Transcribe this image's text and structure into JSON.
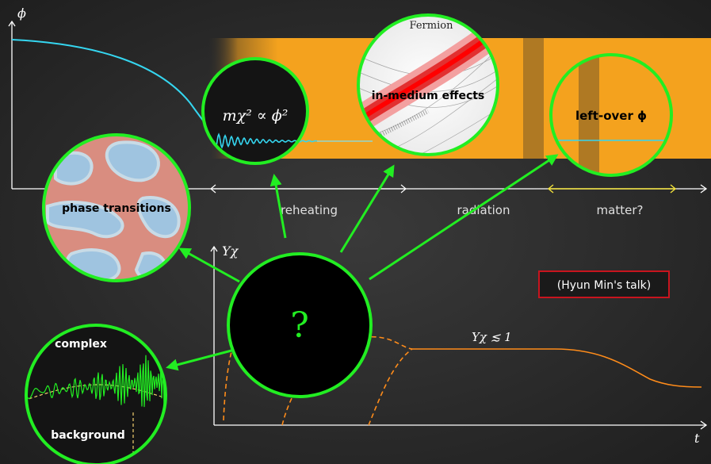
{
  "colors": {
    "background": "#2e2e2e",
    "green": "#22ee22",
    "cyan": "#35d6f0",
    "orange": "#ff8c1a",
    "band_orange": "#f4a21e",
    "yellow": "#f2e23a",
    "red_box": "#c8141e"
  },
  "top_axis": {
    "y_label": "ϕ",
    "phases": [
      "reheating",
      "radiation",
      "matter?"
    ]
  },
  "bottom_axis": {
    "y_label": "Yχ",
    "x_label": "t",
    "plateau_label": "Yχ ≲ 1"
  },
  "circles": {
    "mass": "mχ² ∝ ϕ²",
    "medium_title": "Fermion",
    "medium": "in-medium effects",
    "leftover": "left-over ϕ",
    "phase": "phase transitions",
    "complex": "complex",
    "background": "background",
    "question": "?"
  },
  "talk_note": "(Hyun Min's talk)"
}
